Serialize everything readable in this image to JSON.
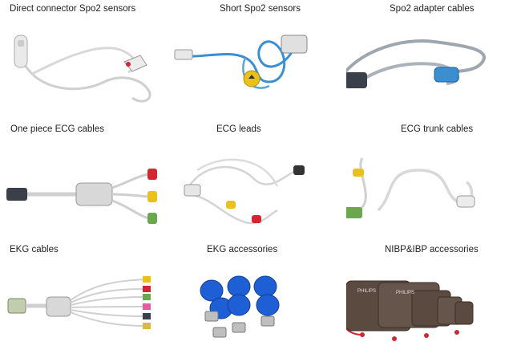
{
  "products": [
    {
      "label": "Direct connector Spo2 sensors",
      "icon": "spo2-direct-sensor-icon"
    },
    {
      "label": "Short Spo2 sensors",
      "icon": "spo2-short-sensor-icon"
    },
    {
      "label": "Spo2 adapter cables",
      "icon": "spo2-adapter-cable-icon"
    },
    {
      "label": "One piece ECG cables",
      "icon": "ecg-one-piece-cable-icon"
    },
    {
      "label": "ECG leads",
      "icon": "ecg-leads-icon"
    },
    {
      "label": "ECG trunk cables",
      "icon": "ecg-trunk-cable-icon"
    },
    {
      "label": "EKG cables",
      "icon": "ekg-cable-icon"
    },
    {
      "label": "EKG accessories",
      "icon": "ekg-suction-bulb-icon"
    },
    {
      "label": "NIBP&IBP accessories",
      "icon": "nibp-cuff-icon"
    }
  ],
  "cuff_brand": "PHILIPS",
  "colors": {
    "cable_grey": "#c9c9c9",
    "cable_blue": "#3b8fd0",
    "connector_dark": "#3a3f4a",
    "bulb_blue": "#1f5fd6",
    "lead_red": "#d22630",
    "lead_yellow": "#e8c21a",
    "lead_green": "#6aa84f",
    "cuff_brown": "#5a4a40"
  }
}
